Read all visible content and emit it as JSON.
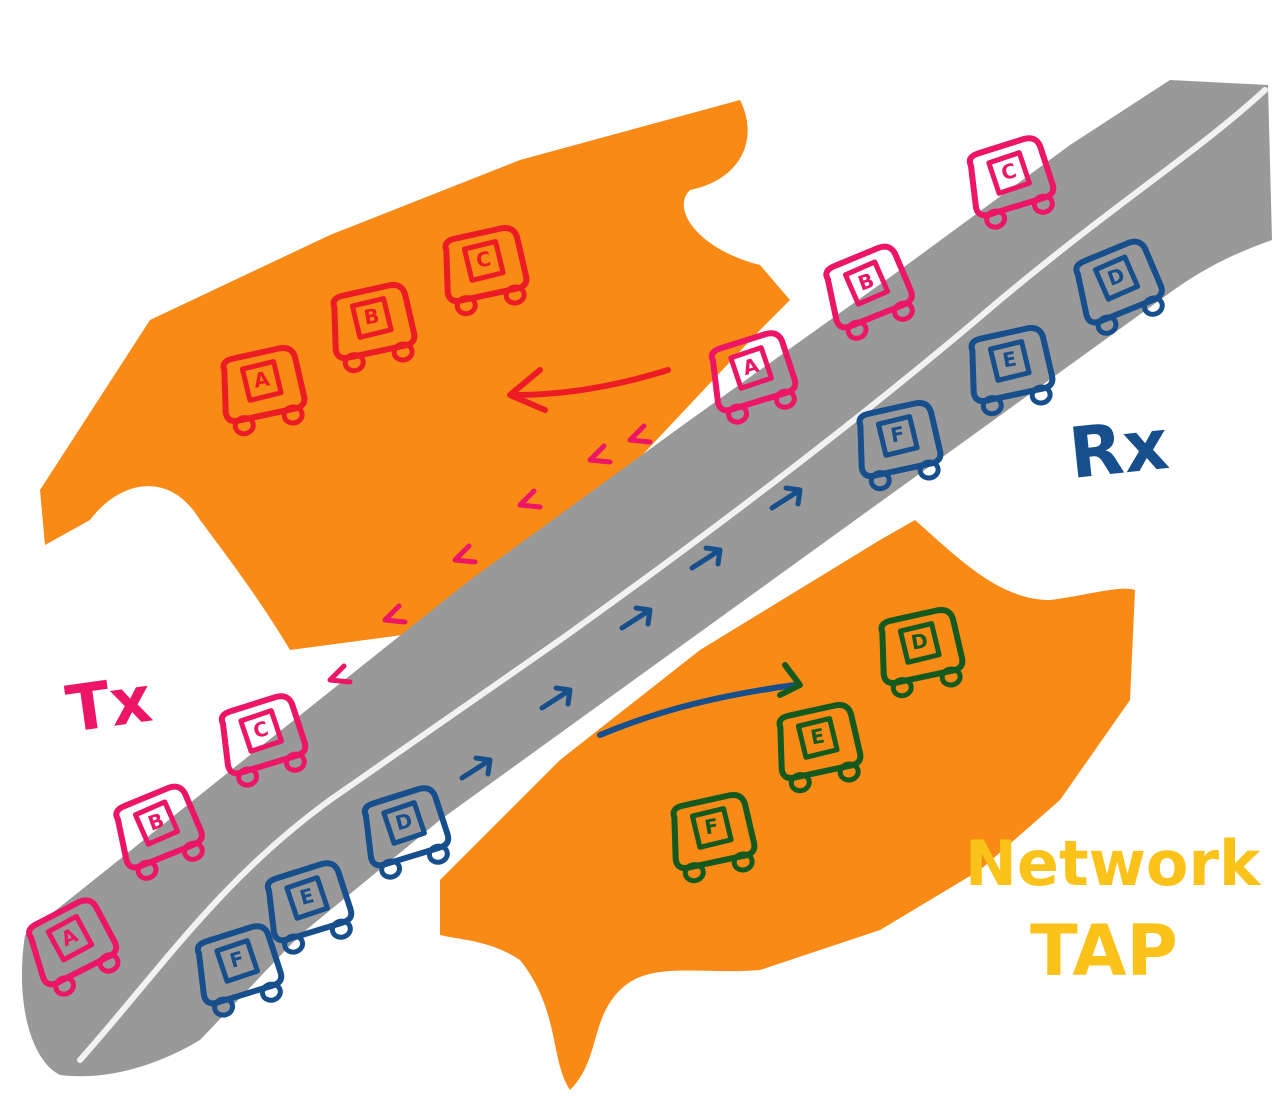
{
  "labels": {
    "tx": "Tx",
    "rx": "Rx",
    "tap_line1": "Network",
    "tap_line2": "TAP"
  },
  "colors": {
    "road": "#999999",
    "lane_line": "#f2f2f2",
    "tap_block": "#f98a16",
    "tx_cars": "#ec1566",
    "tap_tx_cars": "#ec1c24",
    "rx_cars": "#174e8c",
    "tap_rx_cars": "#14591e",
    "tap_text": "#fbc31a",
    "tap_tx_arrow": "#ec1c24",
    "tap_rx_arrow": "#174e8c"
  },
  "cars": {
    "tx_lane_before_tap": [
      "A",
      "B",
      "C"
    ],
    "tx_lane_after_tap": [
      "A",
      "B",
      "C"
    ],
    "tap_copy_tx": [
      "A",
      "B",
      "C"
    ],
    "rx_lane_before_tap": [
      "F",
      "E",
      "D"
    ],
    "rx_lane_after_tap": [
      "F",
      "E",
      "D"
    ],
    "tap_copy_rx": [
      "F",
      "E",
      "D"
    ]
  }
}
